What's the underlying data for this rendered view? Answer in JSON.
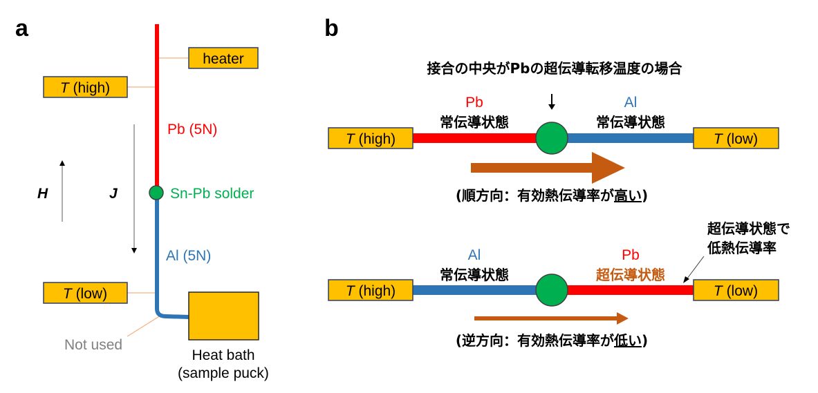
{
  "colors": {
    "pb": "#FF0000",
    "al": "#2E75B6",
    "solder": "#00B050",
    "box": "#FFC000",
    "heat_flow": "#C55A11",
    "sc_text": "#C55A11",
    "leader": "#F4B183",
    "not_used": "#808080"
  },
  "panel_a": {
    "label": "a",
    "heater": "heater",
    "t_high": {
      "var": "T",
      "rest": " (high)"
    },
    "t_low": {
      "var": "T",
      "rest": " (low)"
    },
    "pb": "Pb (5N)",
    "solder": "Sn-Pb solder",
    "al": "Al (5N)",
    "h_field": "H",
    "j_current": "J",
    "not_used": "Not used",
    "heat_bath_line1": "Heat bath",
    "heat_bath_line2": "(sample puck)"
  },
  "panel_b": {
    "label": "b",
    "title": "接合の中央がPbの超伝導転移温度の場合",
    "top": {
      "left_box": {
        "var": "T",
        "rest": " (high)"
      },
      "right_box": {
        "var": "T",
        "rest": " (low)"
      },
      "left_metal": "Pb",
      "left_state": "常伝導状態",
      "right_metal": "Al",
      "right_state": "常伝導状態",
      "caption_prefix": "(順方向：有効熱伝導率が",
      "caption_emph": "高い",
      "caption_suffix": ")"
    },
    "bottom": {
      "left_box": {
        "var": "T",
        "rest": " (high)"
      },
      "right_box": {
        "var": "T",
        "rest": " (low)"
      },
      "left_metal": "Al",
      "left_state": "常伝導状態",
      "right_metal": "Pb",
      "right_state": "超伝導状態",
      "annotation_line1": "超伝導状態で",
      "annotation_line2": "低熱伝導率",
      "caption_prefix": "(逆方向：有効熱伝導率が",
      "caption_emph": "低い",
      "caption_suffix": ")"
    }
  }
}
